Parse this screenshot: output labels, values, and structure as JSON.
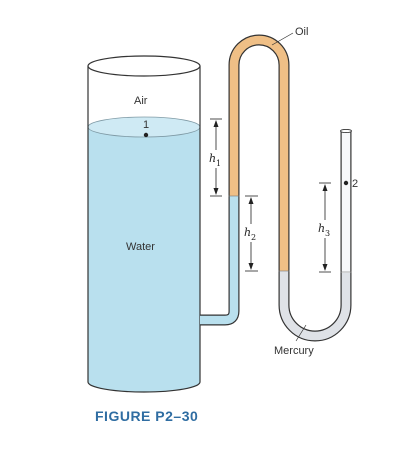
{
  "figure": {
    "caption": "FIGURE P2–30"
  },
  "labels": {
    "air": "Air",
    "water": "Water",
    "oil": "Oil",
    "mercury": "Mercury",
    "point1": "1",
    "point2": "2",
    "h1_symbol": "h",
    "h1_sub": "1",
    "h2_symbol": "h",
    "h2_sub": "2",
    "h3_symbol": "h",
    "h3_sub": "3"
  },
  "colors": {
    "water": "#b9e0ee",
    "oil": "#efbf86",
    "mercury": "#dfe2e7",
    "air": "#ffffff",
    "caption": "#2f6da2"
  }
}
